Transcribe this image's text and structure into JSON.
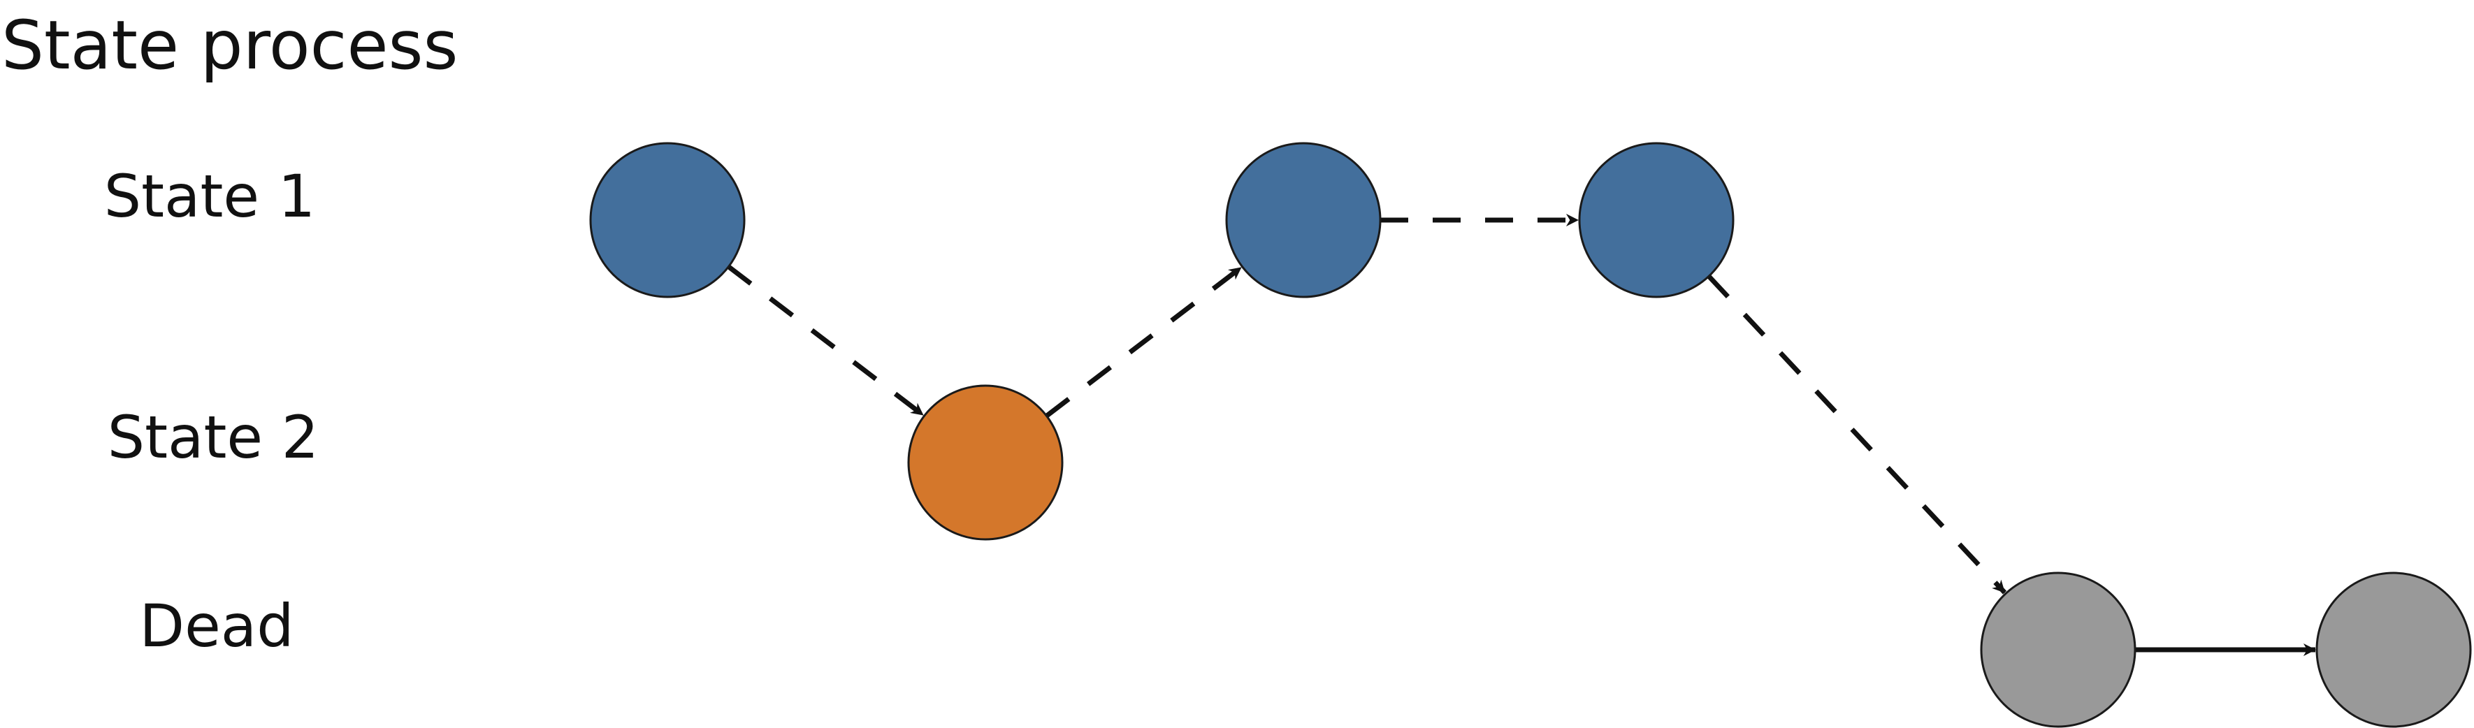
{
  "title": "State process",
  "states": [
    {
      "id": "state1",
      "label": "State 1",
      "color": "#436f9c"
    },
    {
      "id": "state2",
      "label": "State 2",
      "color": "#d4772b"
    },
    {
      "id": "dead",
      "label": "Dead",
      "color": "#999999"
    }
  ],
  "sequence": [
    "state1",
    "state2",
    "state1",
    "state1",
    "dead",
    "dead"
  ],
  "transitions": [
    {
      "from": 0,
      "to": 1,
      "style": "dashed"
    },
    {
      "from": 1,
      "to": 2,
      "style": "dashed"
    },
    {
      "from": 2,
      "to": 3,
      "style": "dashed"
    },
    {
      "from": 3,
      "to": 4,
      "style": "dashed"
    },
    {
      "from": 4,
      "to": 5,
      "style": "solid"
    }
  ]
}
